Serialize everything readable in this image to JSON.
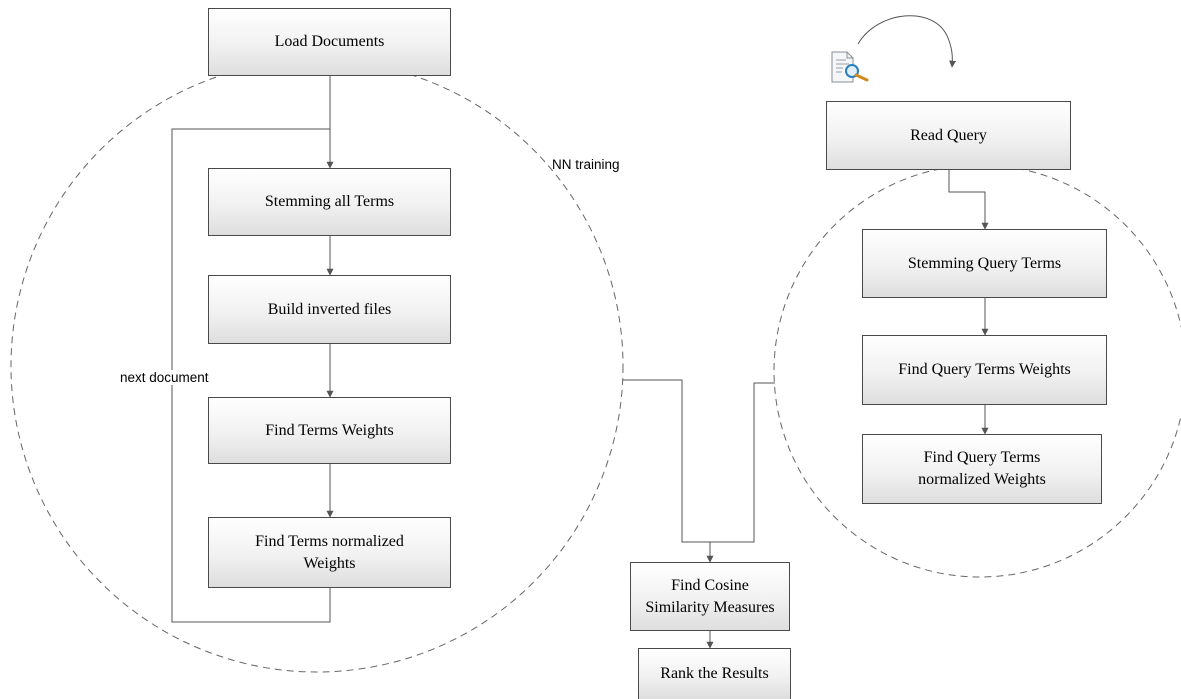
{
  "diagram": {
    "training": {
      "label": "NN training",
      "loop_label": "next document",
      "load": "Load Documents",
      "stem": "Stemming all Terms",
      "build": "Build inverted files",
      "weights": "Find Terms Weights",
      "norm_line1": "Find Terms normalized",
      "norm_line2": "Weights"
    },
    "query": {
      "read": "Read Query",
      "stem": "Stemming Query Terms",
      "weights": "Find Query Terms Weights",
      "norm_line1": "Find Query Terms",
      "norm_line2": "normalized Weights"
    },
    "results": {
      "cosine_line1": "Find Cosine",
      "cosine_line2": "Similarity Measures",
      "rank": "Rank the Results"
    },
    "icons": {
      "query_document": "document-search-icon"
    },
    "colors": {
      "stroke": "#4a4a4a",
      "dashed": "#666666",
      "box_top": "#ffffff",
      "box_bottom": "#dedede"
    }
  }
}
